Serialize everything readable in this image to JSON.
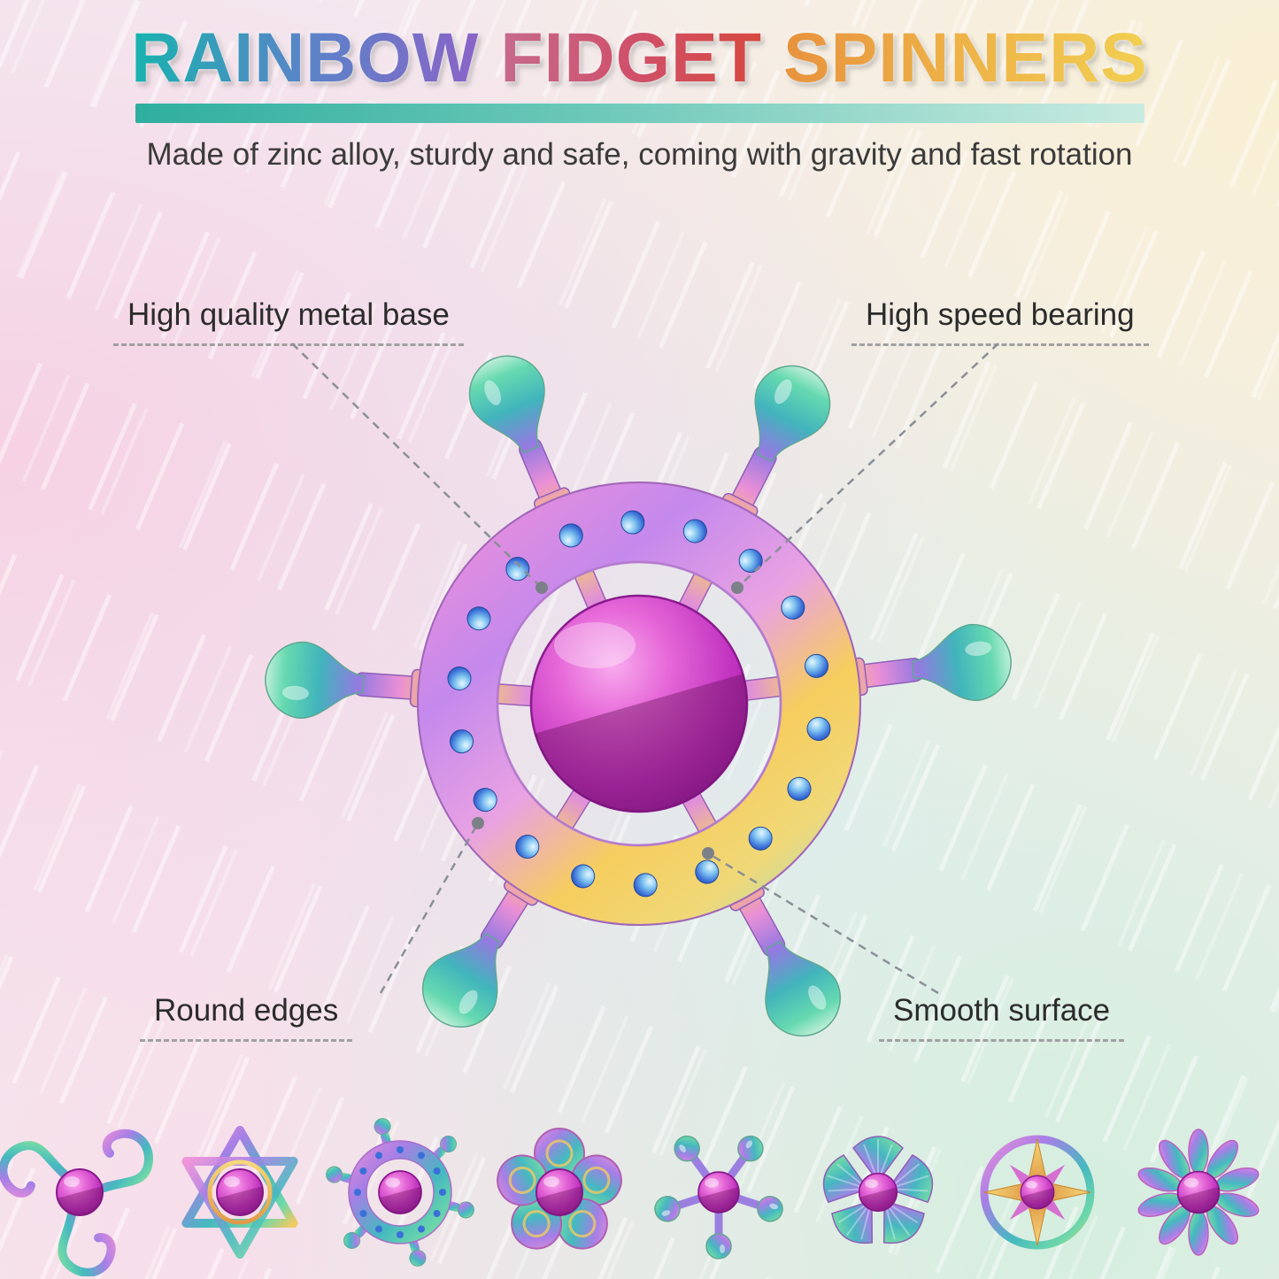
{
  "header": {
    "title": [
      {
        "text": "RAINBOW",
        "color_start": "#17b3ae",
        "color_end": "#8a63c8"
      },
      {
        "text": "FIDGET",
        "color_start": "#c66a8e",
        "color_end": "#d6493f"
      },
      {
        "text": "SPINNERS",
        "color_start": "#e8923e",
        "color_end": "#f2cf52"
      }
    ],
    "underline_bar_color": "#2fae9f",
    "subtitle": "Made of zinc alloy, sturdy and safe, coming with gravity and fast rotation"
  },
  "callouts": [
    {
      "id": "top-left",
      "label": "High quality metal base"
    },
    {
      "id": "top-right",
      "label": "High speed bearing"
    },
    {
      "id": "bottom-left",
      "label": "Round edges"
    },
    {
      "id": "bottom-right",
      "label": "Smooth surface"
    }
  ],
  "product": {
    "name": "rainbow helm wheel fidget spinner",
    "material": "zinc alloy",
    "colors": {
      "center_ball": "#c133c0",
      "rivet_blue": "#3a6fd8",
      "iridescent": [
        "#f08fd8",
        "#c489ec",
        "#f6cd5e",
        "#8fd8c0"
      ]
    }
  },
  "thumbnails": [
    {
      "name": "dragon-spinner"
    },
    {
      "name": "hexagram-star-spinner"
    },
    {
      "name": "helm-wheel-spinner"
    },
    {
      "name": "coil-petal-spinner"
    },
    {
      "name": "knob-arm-spinner"
    },
    {
      "name": "fan-shell-spinner"
    },
    {
      "name": "compass-star-spinner"
    },
    {
      "name": "flower-petal-spinner"
    }
  ]
}
